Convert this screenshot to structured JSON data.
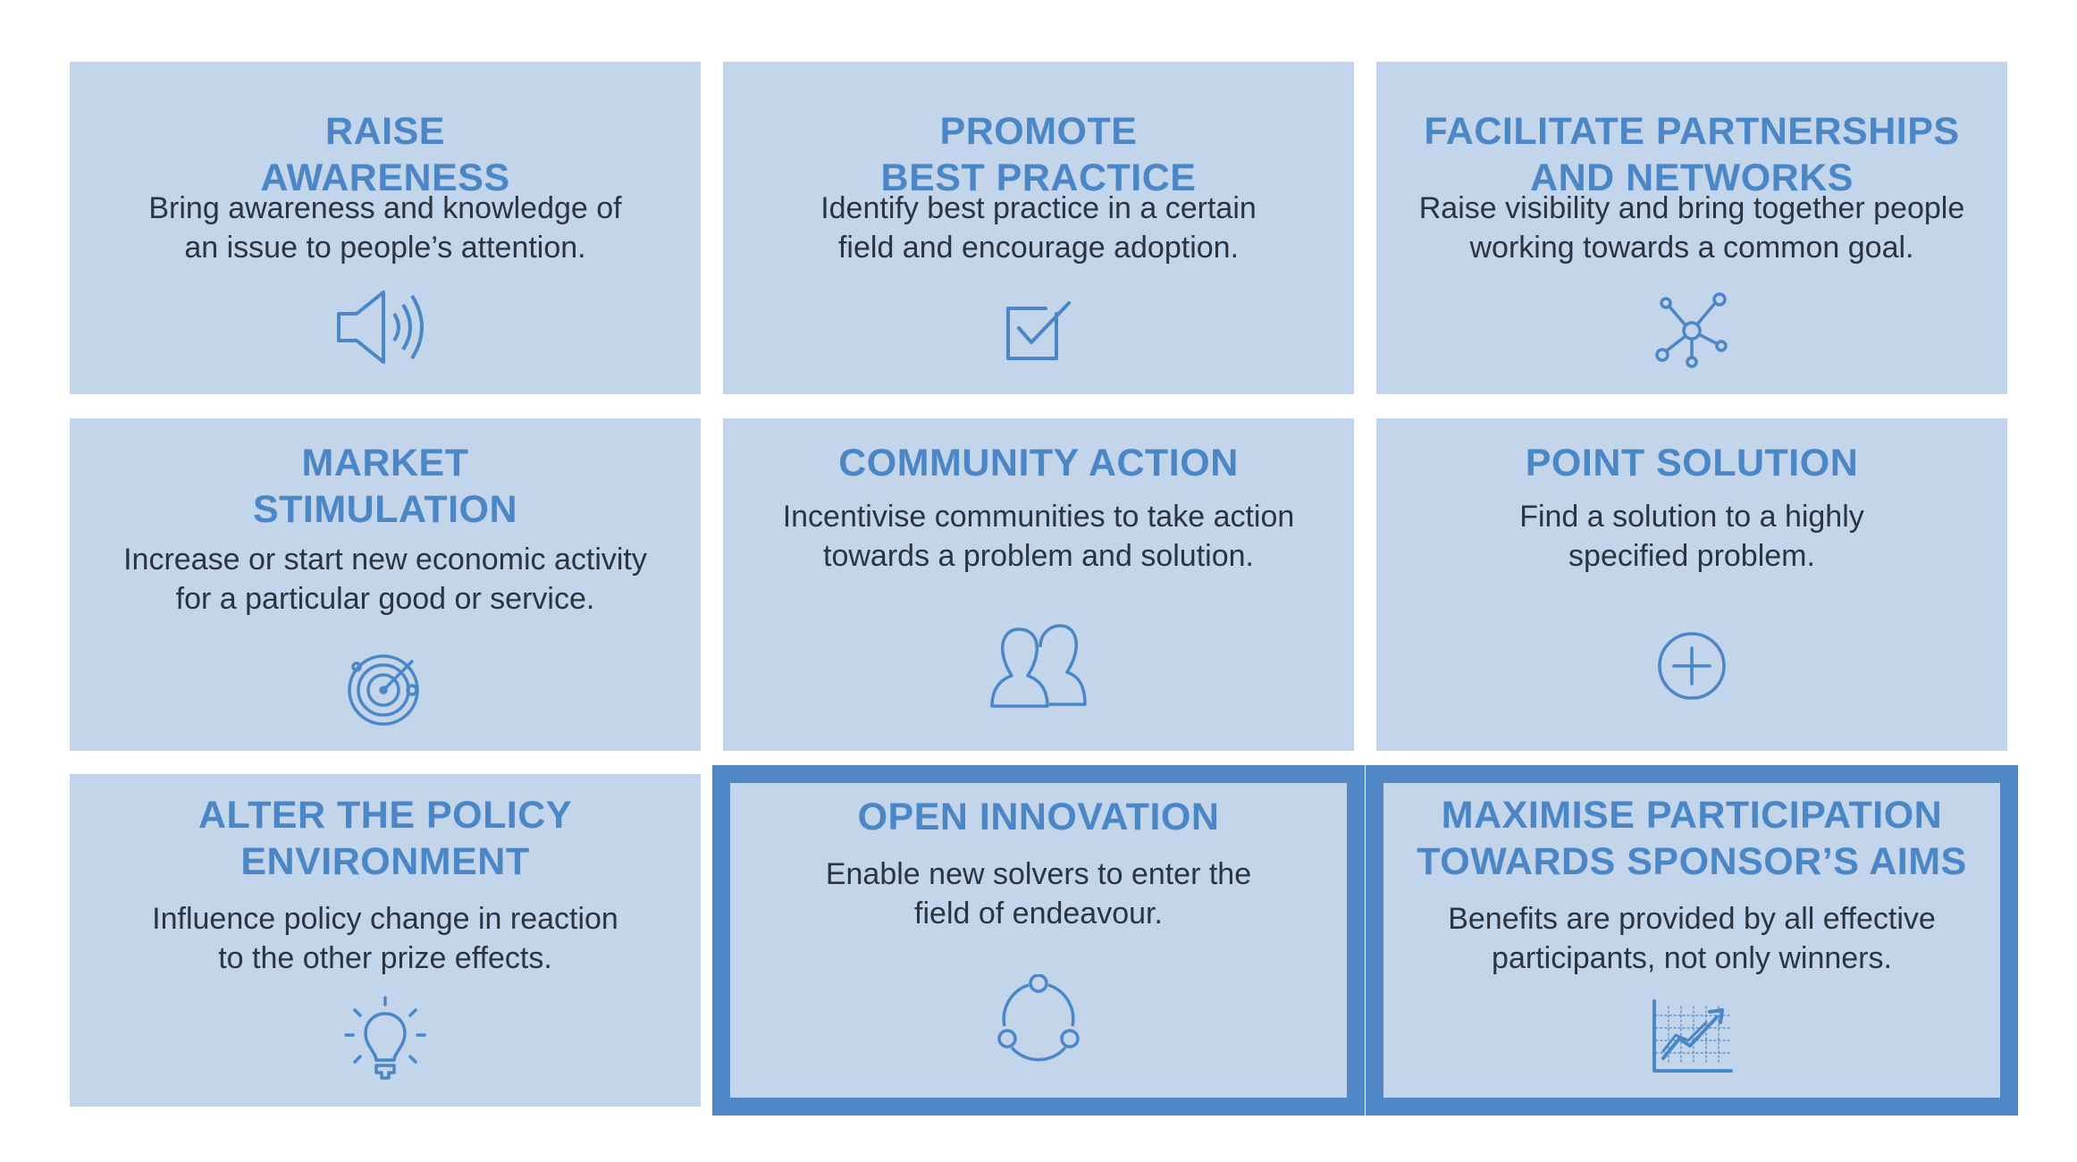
{
  "colors": {
    "card_bg": "#c2d5ea",
    "accent": "#4b86c6",
    "text": "#2b3440",
    "highlight_border": "#4f87c7"
  },
  "cards": [
    {
      "title_lines": [
        "RAISE",
        "AWARENESS"
      ],
      "desc_lines": [
        "Bring awareness and knowledge of",
        "an issue to people’s attention."
      ],
      "icon": "megaphone-icon",
      "highlighted": false
    },
    {
      "title_lines": [
        "PROMOTE",
        "BEST PRACTICE"
      ],
      "desc_lines": [
        "Identify best practice in a certain",
        "field and encourage adoption."
      ],
      "icon": "checkbox-icon",
      "highlighted": false
    },
    {
      "title_lines": [
        "FACILITATE PARTNERSHIPS",
        "AND NETWORKS"
      ],
      "desc_lines": [
        "Raise visibility and bring together people",
        "working towards a common goal."
      ],
      "icon": "network-icon",
      "highlighted": false
    },
    {
      "title_lines": [
        "MARKET",
        "STIMULATION"
      ],
      "desc_lines": [
        "Increase or start new economic activity",
        "for a particular good or service."
      ],
      "icon": "radar-icon",
      "highlighted": false
    },
    {
      "title_lines": [
        "COMMUNITY ACTION"
      ],
      "desc_lines": [
        "Incentivise communities to take action",
        "towards a problem and solution."
      ],
      "icon": "people-icon",
      "highlighted": false
    },
    {
      "title_lines": [
        "POINT SOLUTION"
      ],
      "desc_lines": [
        "Find a solution to a highly",
        "specified problem."
      ],
      "icon": "plus-circle-icon",
      "highlighted": false
    },
    {
      "title_lines": [
        "ALTER THE POLICY",
        "ENVIRONMENT"
      ],
      "desc_lines": [
        "Influence policy change in reaction",
        "to the other prize effects."
      ],
      "icon": "lightbulb-icon",
      "highlighted": false
    },
    {
      "title_lines": [
        "OPEN INNOVATION"
      ],
      "desc_lines": [
        "Enable new solvers to enter the",
        "field of endeavour."
      ],
      "icon": "cycle-icon",
      "highlighted": true
    },
    {
      "title_lines": [
        "MAXIMISE PARTICIPATION",
        "TOWARDS SPONSOR’S AIMS"
      ],
      "desc_lines": [
        "Benefits are provided by all effective",
        "participants, not only winners."
      ],
      "icon": "growth-chart-icon",
      "highlighted": true
    }
  ]
}
